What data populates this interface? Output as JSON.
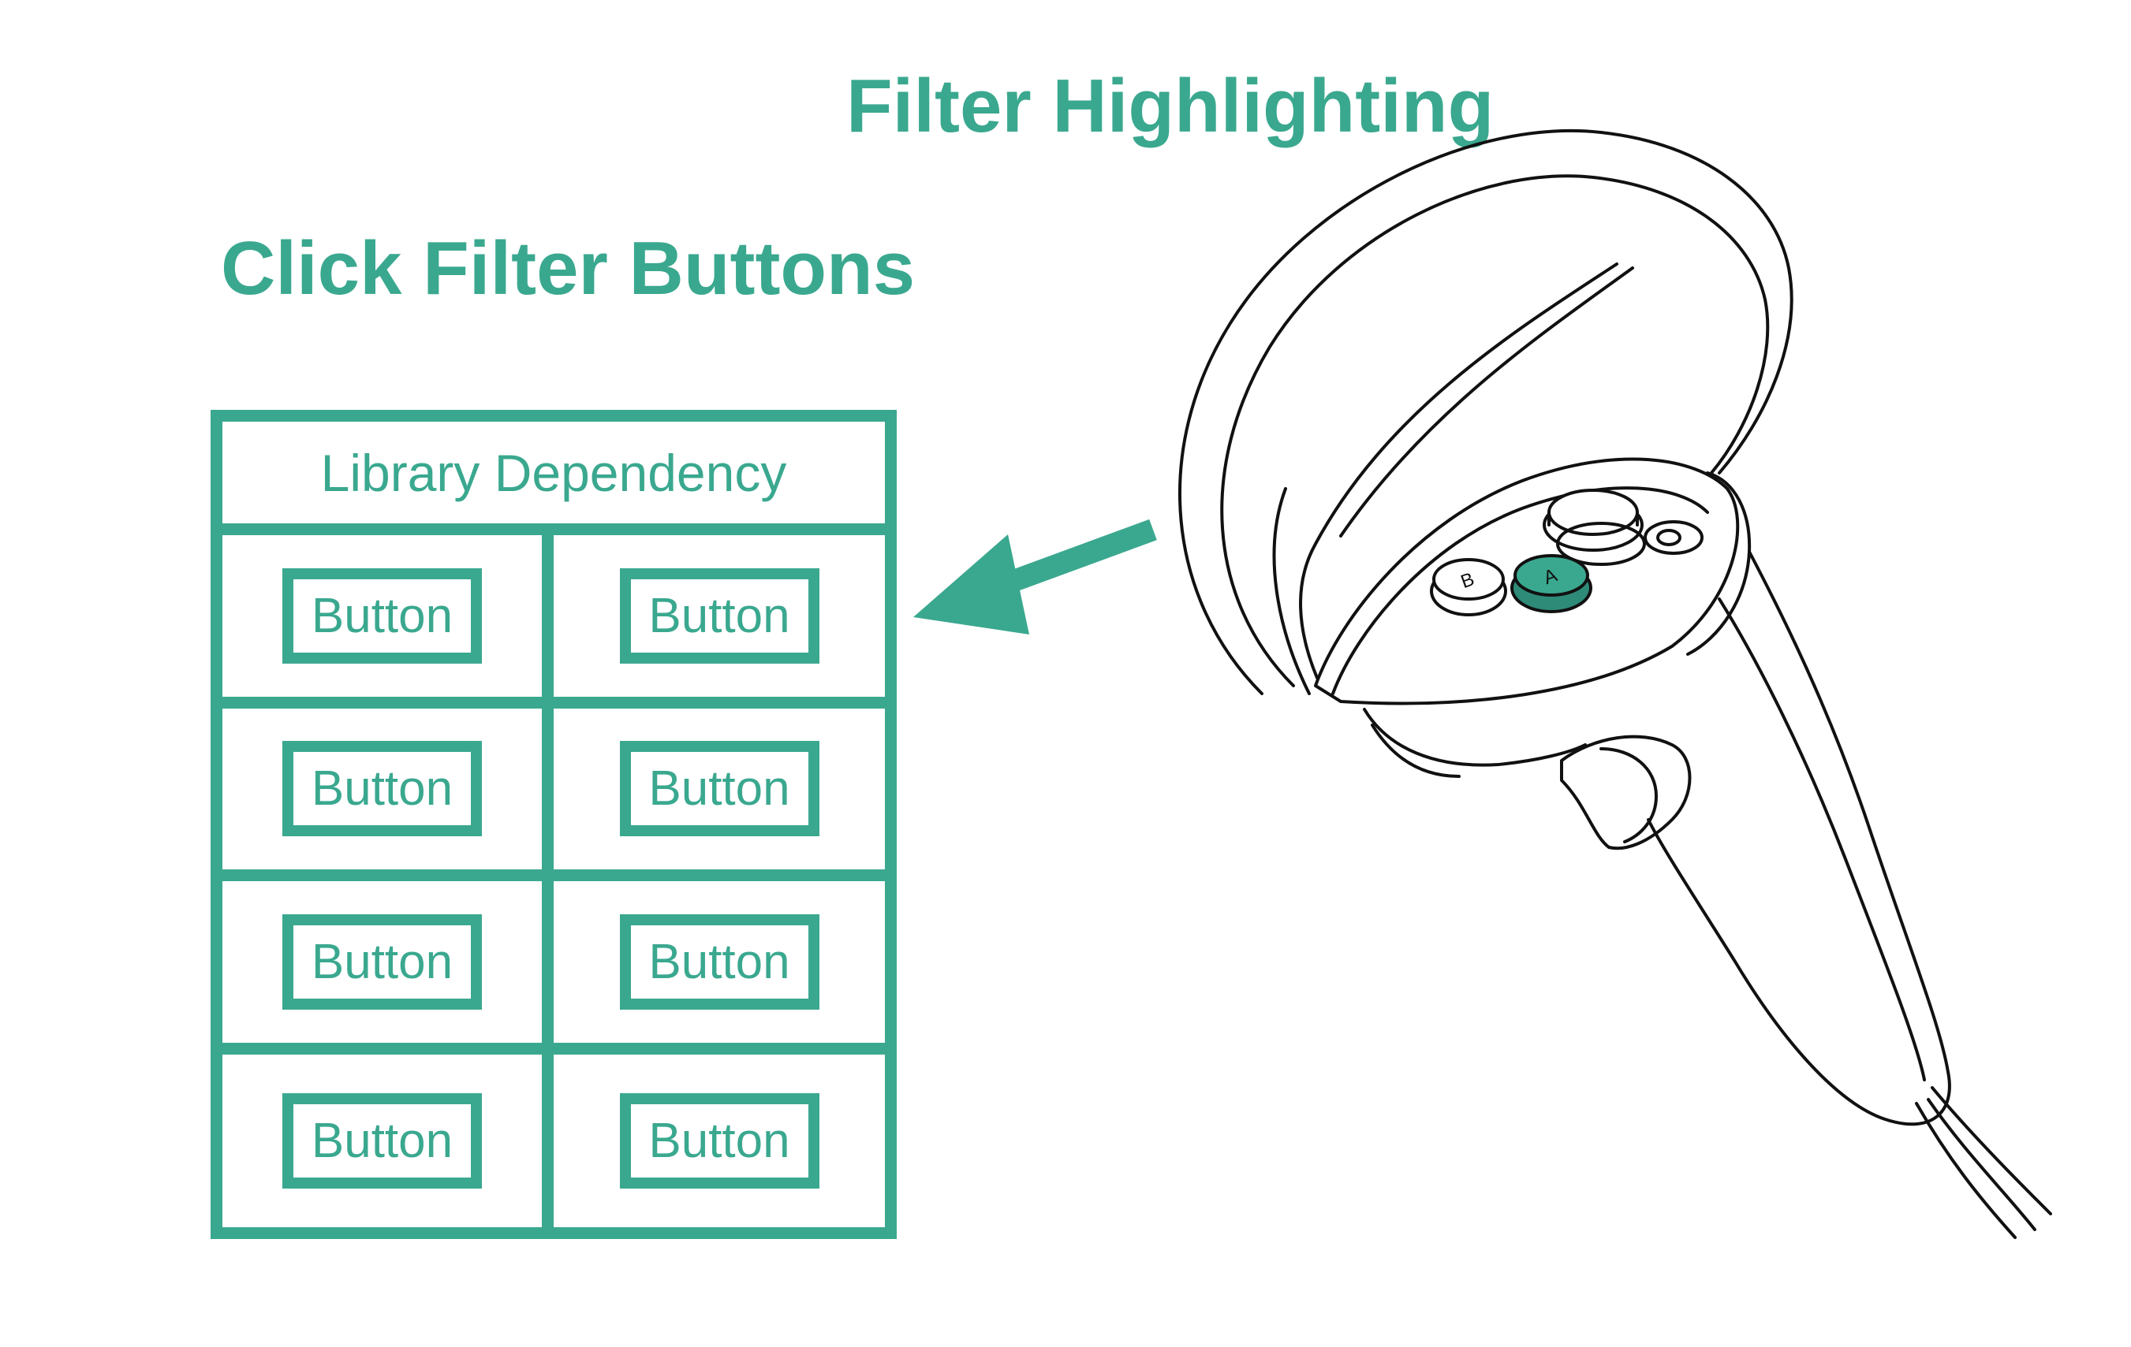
{
  "titles": {
    "filter_highlighting": "Filter Highlighting",
    "click_filter_buttons": "Click Filter Buttons"
  },
  "panel": {
    "header": "Library Dependency",
    "buttons": [
      "Button",
      "Button",
      "Button",
      "Button",
      "Button",
      "Button",
      "Button",
      "Button"
    ]
  },
  "controller": {
    "button_labels": [
      "B",
      "A"
    ],
    "highlighted_button": "A"
  },
  "colors": {
    "accent": "#3aa88f",
    "highlight_button": "#2e8b78",
    "line": "#111111"
  }
}
